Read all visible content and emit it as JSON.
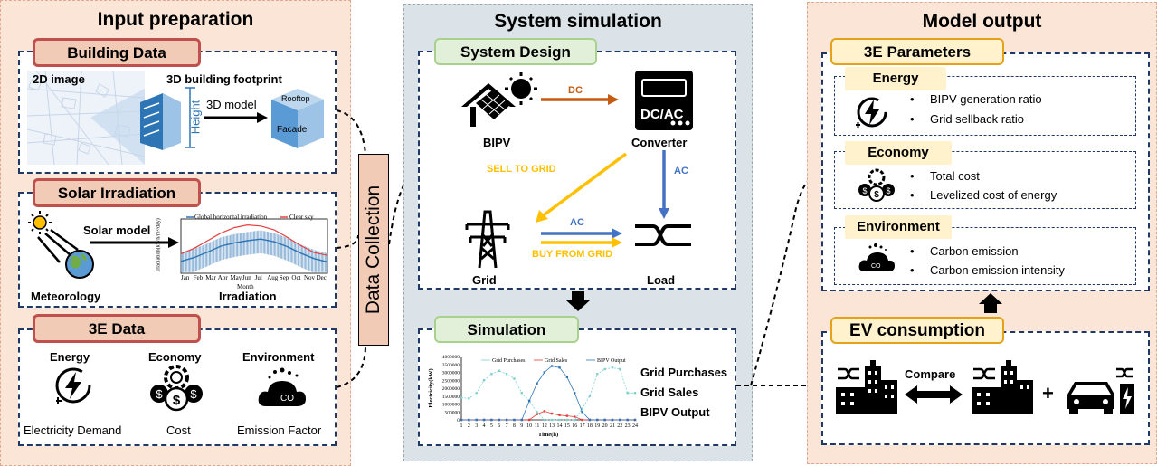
{
  "input_panel": {
    "title": "Input preparation",
    "building": {
      "tag": "Building Data",
      "img2d": "2D image",
      "footprint": "3D building footprint",
      "height": "Height",
      "model": "3D model",
      "rooftop": "Rooftop",
      "facade": "Facade"
    },
    "solar": {
      "tag": "Solar Irradiation",
      "model": "Solar model",
      "meteorology": "Meteorology",
      "irradiation": "Irradiation",
      "legend_ghi": "Global horizontal irradiation",
      "legend_clear": "Clear sky",
      "ylabel": "Irradiation(kWh/m²/day)",
      "xlabel": "Month",
      "months": [
        "Jan",
        "Feb",
        "Mar",
        "Apr",
        "May",
        "Jun",
        "Jul",
        "Aug",
        "Sep",
        "Oct",
        "Nov",
        "Dec"
      ]
    },
    "e3": {
      "tag": "3E Data",
      "energy": "Energy",
      "economy": "Economy",
      "environment": "Environment",
      "electricity": "Electricity Demand",
      "cost": "Cost",
      "emission": "Emission Factor"
    }
  },
  "data_collection": "Data Collection",
  "sim_panel": {
    "title": "System simulation",
    "design": {
      "tag": "System Design",
      "bipv": "BIPV",
      "converter": "Converter",
      "dcac": "DC/AC",
      "grid": "Grid",
      "load": "Load",
      "dc": "DC",
      "ac": "AC",
      "ac2": "AC",
      "sell": "SELL TO GRID",
      "buy": "BUY FROM GRID"
    },
    "simulation": {
      "tag": "Simulation",
      "legend": [
        "Grid Purchases",
        "Grid Sales",
        "BIPV Output"
      ]
    }
  },
  "output_panel": {
    "title": "Model output",
    "params": {
      "tag": "3E Parameters",
      "energy": {
        "tag": "Energy",
        "items": [
          "BIPV generation ratio",
          "Grid sellback ratio"
        ]
      },
      "economy": {
        "tag": "Economy",
        "items": [
          "Total cost",
          "Levelized cost of energy"
        ]
      },
      "environment": {
        "tag": "Environment",
        "items": [
          "Carbon emission",
          "Carbon emission intensity"
        ]
      }
    },
    "ev": {
      "tag": "EV consumption",
      "compare": "Compare",
      "plus": "+"
    }
  },
  "chart_data": {
    "type": "line",
    "xlabel": "Time(h)",
    "ylabel": "Electricity(kW)",
    "x": [
      1,
      2,
      3,
      4,
      5,
      6,
      7,
      8,
      9,
      10,
      11,
      12,
      13,
      14,
      15,
      16,
      17,
      18,
      19,
      20,
      21,
      22,
      23,
      24
    ],
    "ylim": [
      0,
      4000000
    ],
    "yticks": [
      0,
      500000,
      1000000,
      1500000,
      2000000,
      2500000,
      3000000,
      3500000,
      4000000
    ],
    "series": [
      {
        "name": "Grid Purchases",
        "color": "#7fcfcf",
        "values": [
          1400000,
          1350000,
          1700000,
          2500000,
          2900000,
          3100000,
          2900000,
          2600000,
          1700000,
          1200000,
          500000,
          0,
          0,
          0,
          0,
          0,
          700000,
          1500000,
          2900000,
          3200000,
          3300000,
          3200000,
          1700000,
          1700000
        ]
      },
      {
        "name": "Grid Sales",
        "color": "#e83e3e",
        "values": [
          0,
          0,
          0,
          0,
          0,
          0,
          0,
          0,
          0,
          0,
          350000,
          550000,
          400000,
          300000,
          250000,
          200000,
          0,
          0,
          0,
          0,
          0,
          0,
          0,
          0
        ]
      },
      {
        "name": "BIPV Output",
        "color": "#2e74b5",
        "values": [
          0,
          0,
          0,
          0,
          0,
          0,
          0,
          0,
          0,
          1200000,
          2300000,
          3000000,
          3400000,
          3300000,
          2700000,
          1700000,
          500000,
          0,
          0,
          0,
          0,
          0,
          0,
          0
        ]
      }
    ]
  },
  "irradiation_chart": {
    "type": "line",
    "x": [
      1,
      2,
      3,
      4,
      5,
      6,
      7,
      8,
      9,
      10,
      11,
      12
    ],
    "series": [
      {
        "name": "Global horizontal irradiation",
        "color": "#2e74b5",
        "values": [
          2.2,
          2.9,
          3.9,
          5.0,
          5.6,
          6.0,
          6.3,
          5.8,
          4.9,
          3.7,
          2.7,
          2.1
        ]
      },
      {
        "name": "Clear sky",
        "color": "#e83e3e",
        "values": [
          3.6,
          4.6,
          6.0,
          7.4,
          8.4,
          8.9,
          8.7,
          8.0,
          6.6,
          5.1,
          3.8,
          3.3
        ]
      }
    ],
    "ylim": [
      0,
      10
    ]
  }
}
